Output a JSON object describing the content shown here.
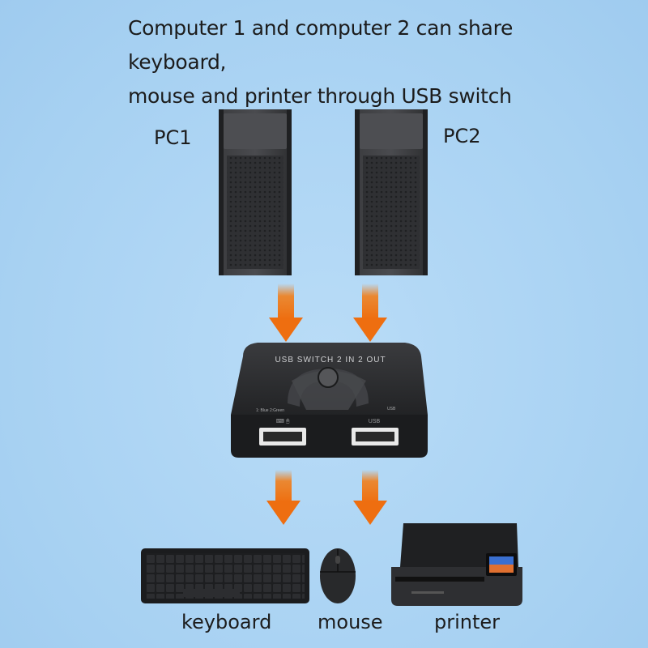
{
  "headline": {
    "line1": "Computer 1 and computer 2 can share keyboard,",
    "line2": "mouse and printer through USB switch"
  },
  "computers": [
    {
      "label": "PC1"
    },
    {
      "label": "PC2"
    }
  ],
  "switch": {
    "title": "USB SWITCH 2 IN 2 OUT",
    "mode_text": "1: Blue 2:Green",
    "port_left_label": "⌨ 🖱",
    "port_right_label": "USB",
    "port_top_right_label": "USB"
  },
  "devices": [
    {
      "label": "keyboard"
    },
    {
      "label": "mouse"
    },
    {
      "label": "printer"
    }
  ],
  "colors": {
    "background": "#acd4f4",
    "arrow": "#f07f1c",
    "device_dark": "#2a2b2d"
  }
}
